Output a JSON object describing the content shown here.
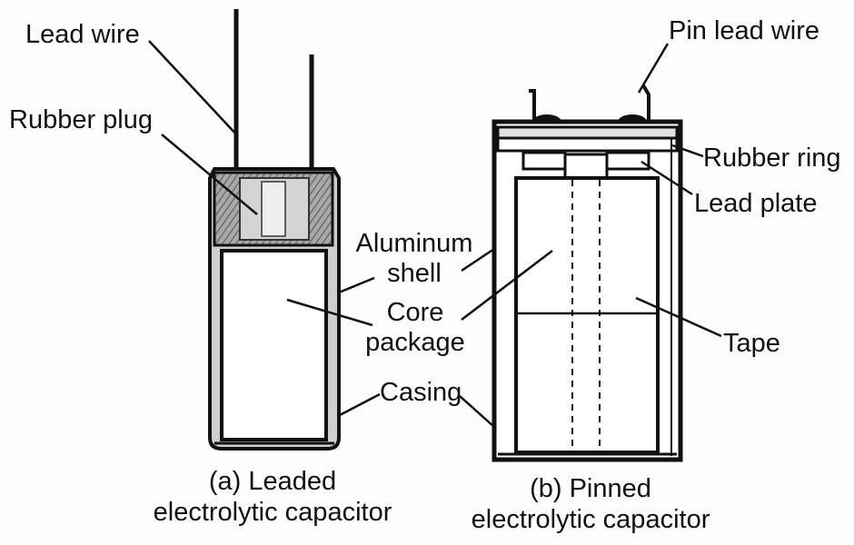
{
  "labels": {
    "lead_wire": "Lead wire",
    "rubber_plug": "Rubber plug",
    "aluminum_shell_line1": "Aluminum",
    "aluminum_shell_line2": "shell",
    "core_package_line1": "Core",
    "core_package_line2": "package",
    "casing": "Casing",
    "pin_lead_wire": "Pin lead wire",
    "rubber_ring": "Rubber ring",
    "lead_plate": "Lead plate",
    "tape": "Tape"
  },
  "captions": {
    "a_line1": "(a) Leaded",
    "a_line2": "electrolytic capacitor",
    "b_line1": "(b) Pinned",
    "b_line2": "electrolytic capacitor"
  },
  "colors": {
    "ink": "#111111",
    "paper": "#fdfdfd",
    "shell_gray": "#c8c8c8",
    "plug_gray": "#9a9a9a"
  }
}
